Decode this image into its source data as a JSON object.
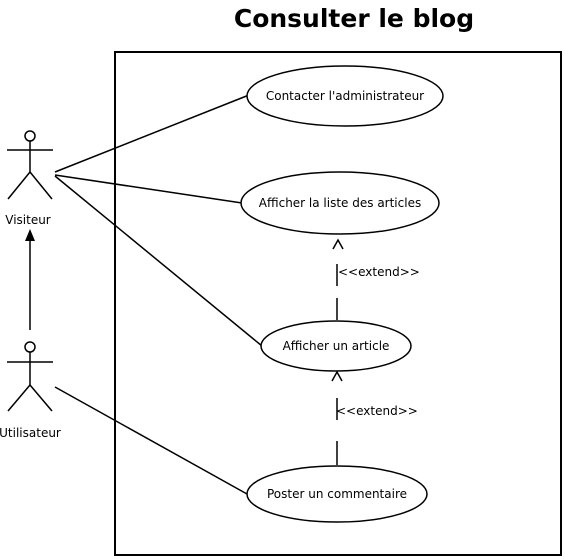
{
  "title": "Consulter le blog",
  "actors": {
    "visiteur": "Visiteur",
    "utilisateur": "Utilisateur"
  },
  "use_cases": {
    "contacter": "Contacter l'administrateur",
    "liste": "Afficher la liste des articles",
    "article": "Afficher un article",
    "poster": "Poster un commentaire"
  },
  "relations": {
    "extend_1": "<<extend>>",
    "extend_2": "<<extend>>"
  }
}
